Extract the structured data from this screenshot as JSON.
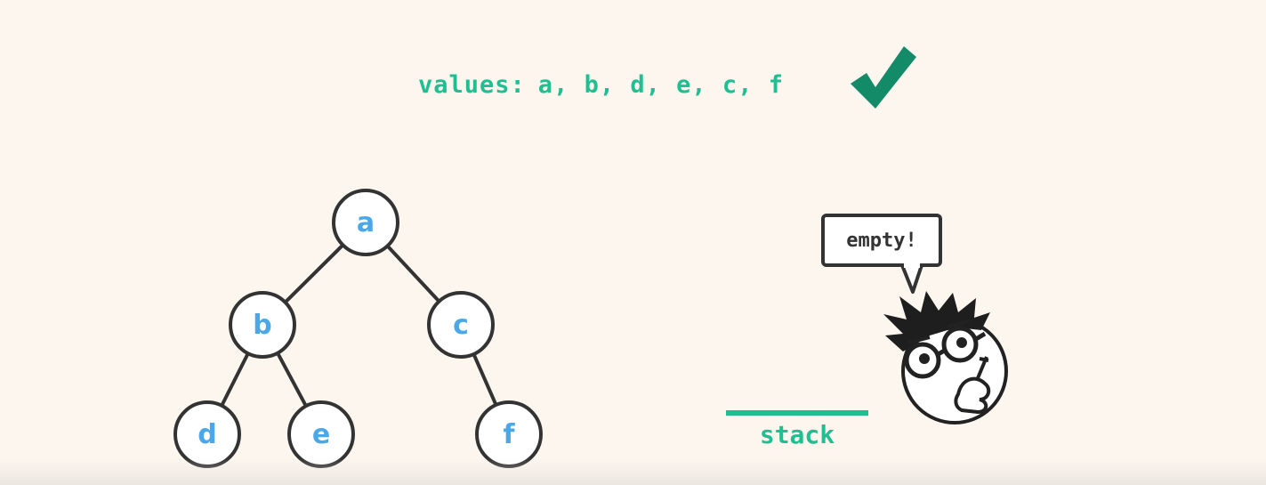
{
  "header": {
    "values_label": "values:",
    "values": [
      "a",
      "b",
      "d",
      "e",
      "c",
      "f"
    ],
    "check_icon": "checkmark-icon"
  },
  "tree": {
    "nodes": [
      {
        "id": "a",
        "label": "a"
      },
      {
        "id": "b",
        "label": "b"
      },
      {
        "id": "c",
        "label": "c"
      },
      {
        "id": "d",
        "label": "d"
      },
      {
        "id": "e",
        "label": "e"
      },
      {
        "id": "f",
        "label": "f"
      }
    ],
    "edges": [
      [
        "a",
        "b"
      ],
      [
        "a",
        "c"
      ],
      [
        "b",
        "d"
      ],
      [
        "b",
        "e"
      ],
      [
        "c",
        "f"
      ]
    ]
  },
  "stack": {
    "label": "stack",
    "items": []
  },
  "speech": {
    "text": "empty!"
  },
  "colors": {
    "accent": "#1fbf92",
    "node_text": "#4aa8e8",
    "outline": "#333333",
    "background": "#fcf6ef",
    "check": "#138a68"
  }
}
